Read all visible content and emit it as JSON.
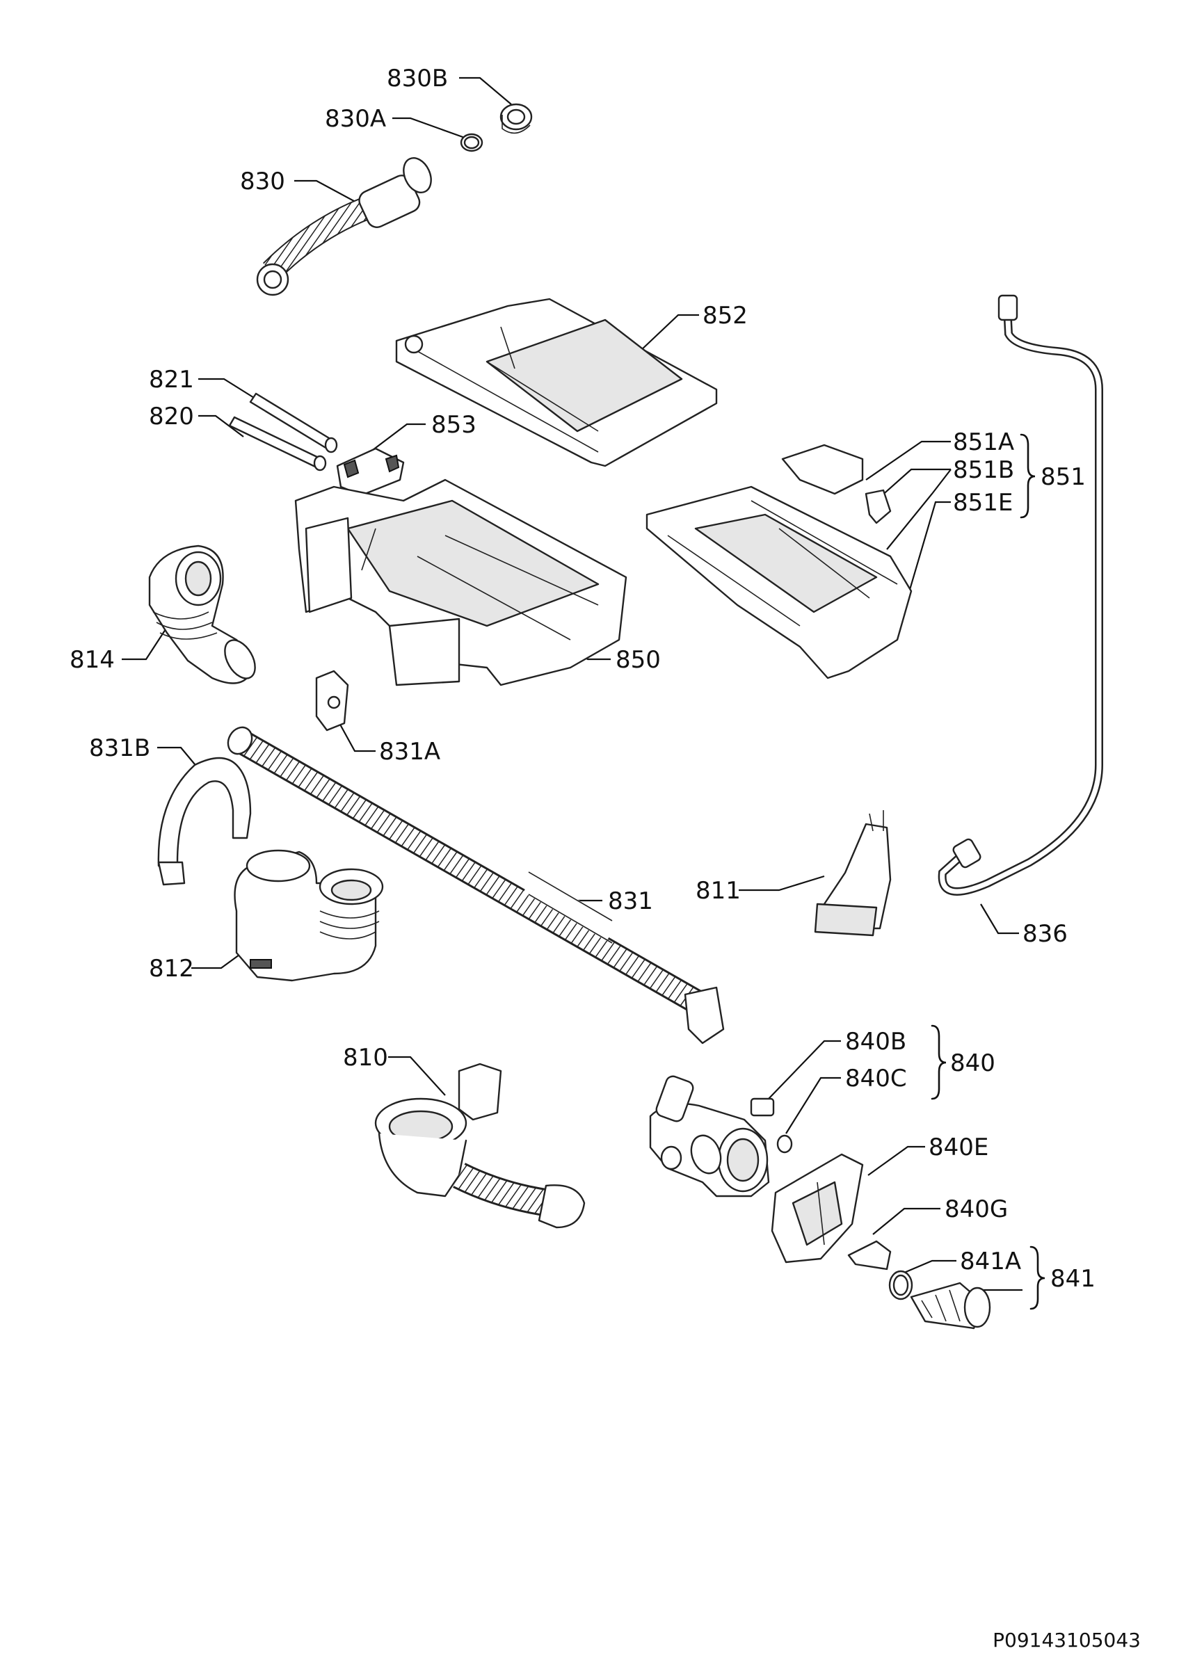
{
  "labels": {
    "l830B": "830B",
    "l830A": "830A",
    "l830": "830",
    "l852": "852",
    "l821": "821",
    "l820": "820",
    "l853": "853",
    "l851A": "851A",
    "l851B": "851B",
    "l851E": "851E",
    "l851": "851",
    "l814": "814",
    "l850": "850",
    "l831A": "831A",
    "l831B": "831B",
    "l831": "831",
    "l811": "811",
    "l836": "836",
    "l812": "812",
    "l810": "810",
    "l840B": "840B",
    "l840C": "840C",
    "l840": "840",
    "l840E": "840E",
    "l840G": "840G",
    "l841A": "841A",
    "l841": "841"
  },
  "document_id": "P09143105043"
}
